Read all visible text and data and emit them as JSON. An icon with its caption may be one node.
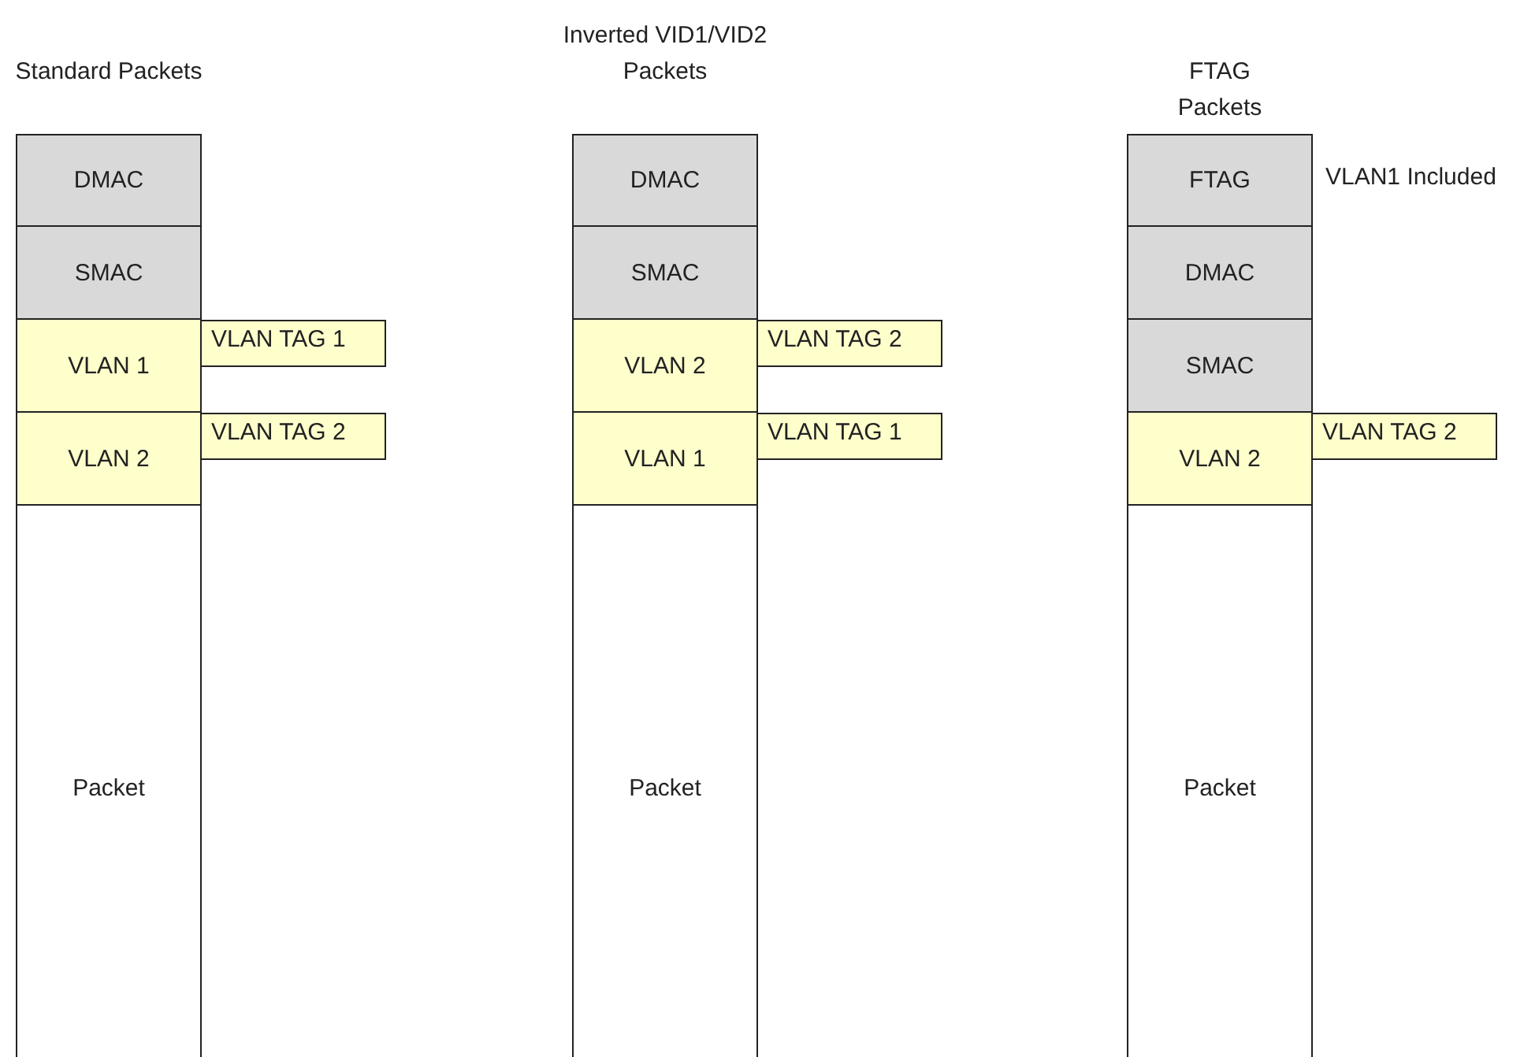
{
  "diagram": {
    "nodes": [
      {
        "text": [
          "DMAC"
        ]
      },
      {
        "text": [
          "SMAC"
        ]
      },
      {
        "text": [
          "VLAN 1"
        ]
      },
      {
        "text": [
          "VLAN TAG 1"
        ]
      },
      {
        "text": [
          "VLAN 2"
        ]
      },
      {
        "text": [
          "VLAN TAG 2"
        ]
      },
      {
        "text": [
          "Packet"
        ]
      },
      {
        "text": [
          "DMAC"
        ]
      },
      {
        "text": [
          "SMAC"
        ]
      },
      {
        "text": [
          "VLAN 2"
        ]
      },
      {
        "text": [
          "VLAN TAG 2"
        ]
      },
      {
        "text": [
          "VLAN 1"
        ]
      },
      {
        "text": [
          "VLAN TAG 1"
        ]
      },
      {
        "text": [
          "Packet"
        ]
      },
      {
        "text": [
          "FTAG"
        ],
        "beside": [
          "VLAN1 Included"
        ]
      },
      {
        "text": [
          "DMAC"
        ]
      },
      {
        "text": [
          "SMAC"
        ]
      },
      {
        "text": [
          "VLAN 2"
        ]
      },
      {
        "text": [
          "VLAN TAG 2"
        ]
      },
      {
        "text": [
          "Packet"
        ]
      }
    ],
    "edges": [],
    "labels": [
      "Standard Packets",
      "Inverted VID1/VID2 Packets",
      "FTAG Packets"
    ]
  }
}
